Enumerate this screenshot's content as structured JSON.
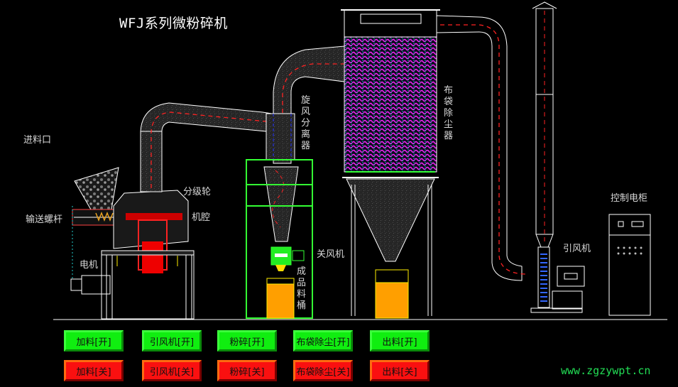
{
  "title": "WFJ系列微粉碎机",
  "labels": {
    "feed_inlet": "进料口",
    "screw_conveyor": "输送螺杆",
    "motor": "电机",
    "classifier_wheel": "分级轮",
    "chamber": "机腔",
    "cyclone": "旋风分离器",
    "airlock": "关风机",
    "product_bin": "成品料桶",
    "bag_filter": "布袋除尘器",
    "fan": "引风机",
    "control_cabinet": "控制电柜"
  },
  "controls": {
    "on_color": "#10ee10",
    "off_color": "#fa1010",
    "on_buttons": [
      {
        "label": "加料[开]"
      },
      {
        "label": "引风机[开]"
      },
      {
        "label": "粉碎[开]"
      },
      {
        "label": "布袋除尘[开]"
      },
      {
        "label": "出料[开]"
      }
    ],
    "off_buttons": [
      {
        "label": "加料[关]"
      },
      {
        "label": "引风机[关]"
      },
      {
        "label": "粉碎[关]"
      },
      {
        "label": "布袋除尘[关]"
      },
      {
        "label": "出料[关]"
      }
    ]
  },
  "website": "www.zgzywpt.cn",
  "colors": {
    "background": "#000000",
    "line": "#ffffff",
    "flow": "#ff0000",
    "frame": "#33ff33",
    "bin": "#ff9f00",
    "bag": "#ff00ff"
  }
}
